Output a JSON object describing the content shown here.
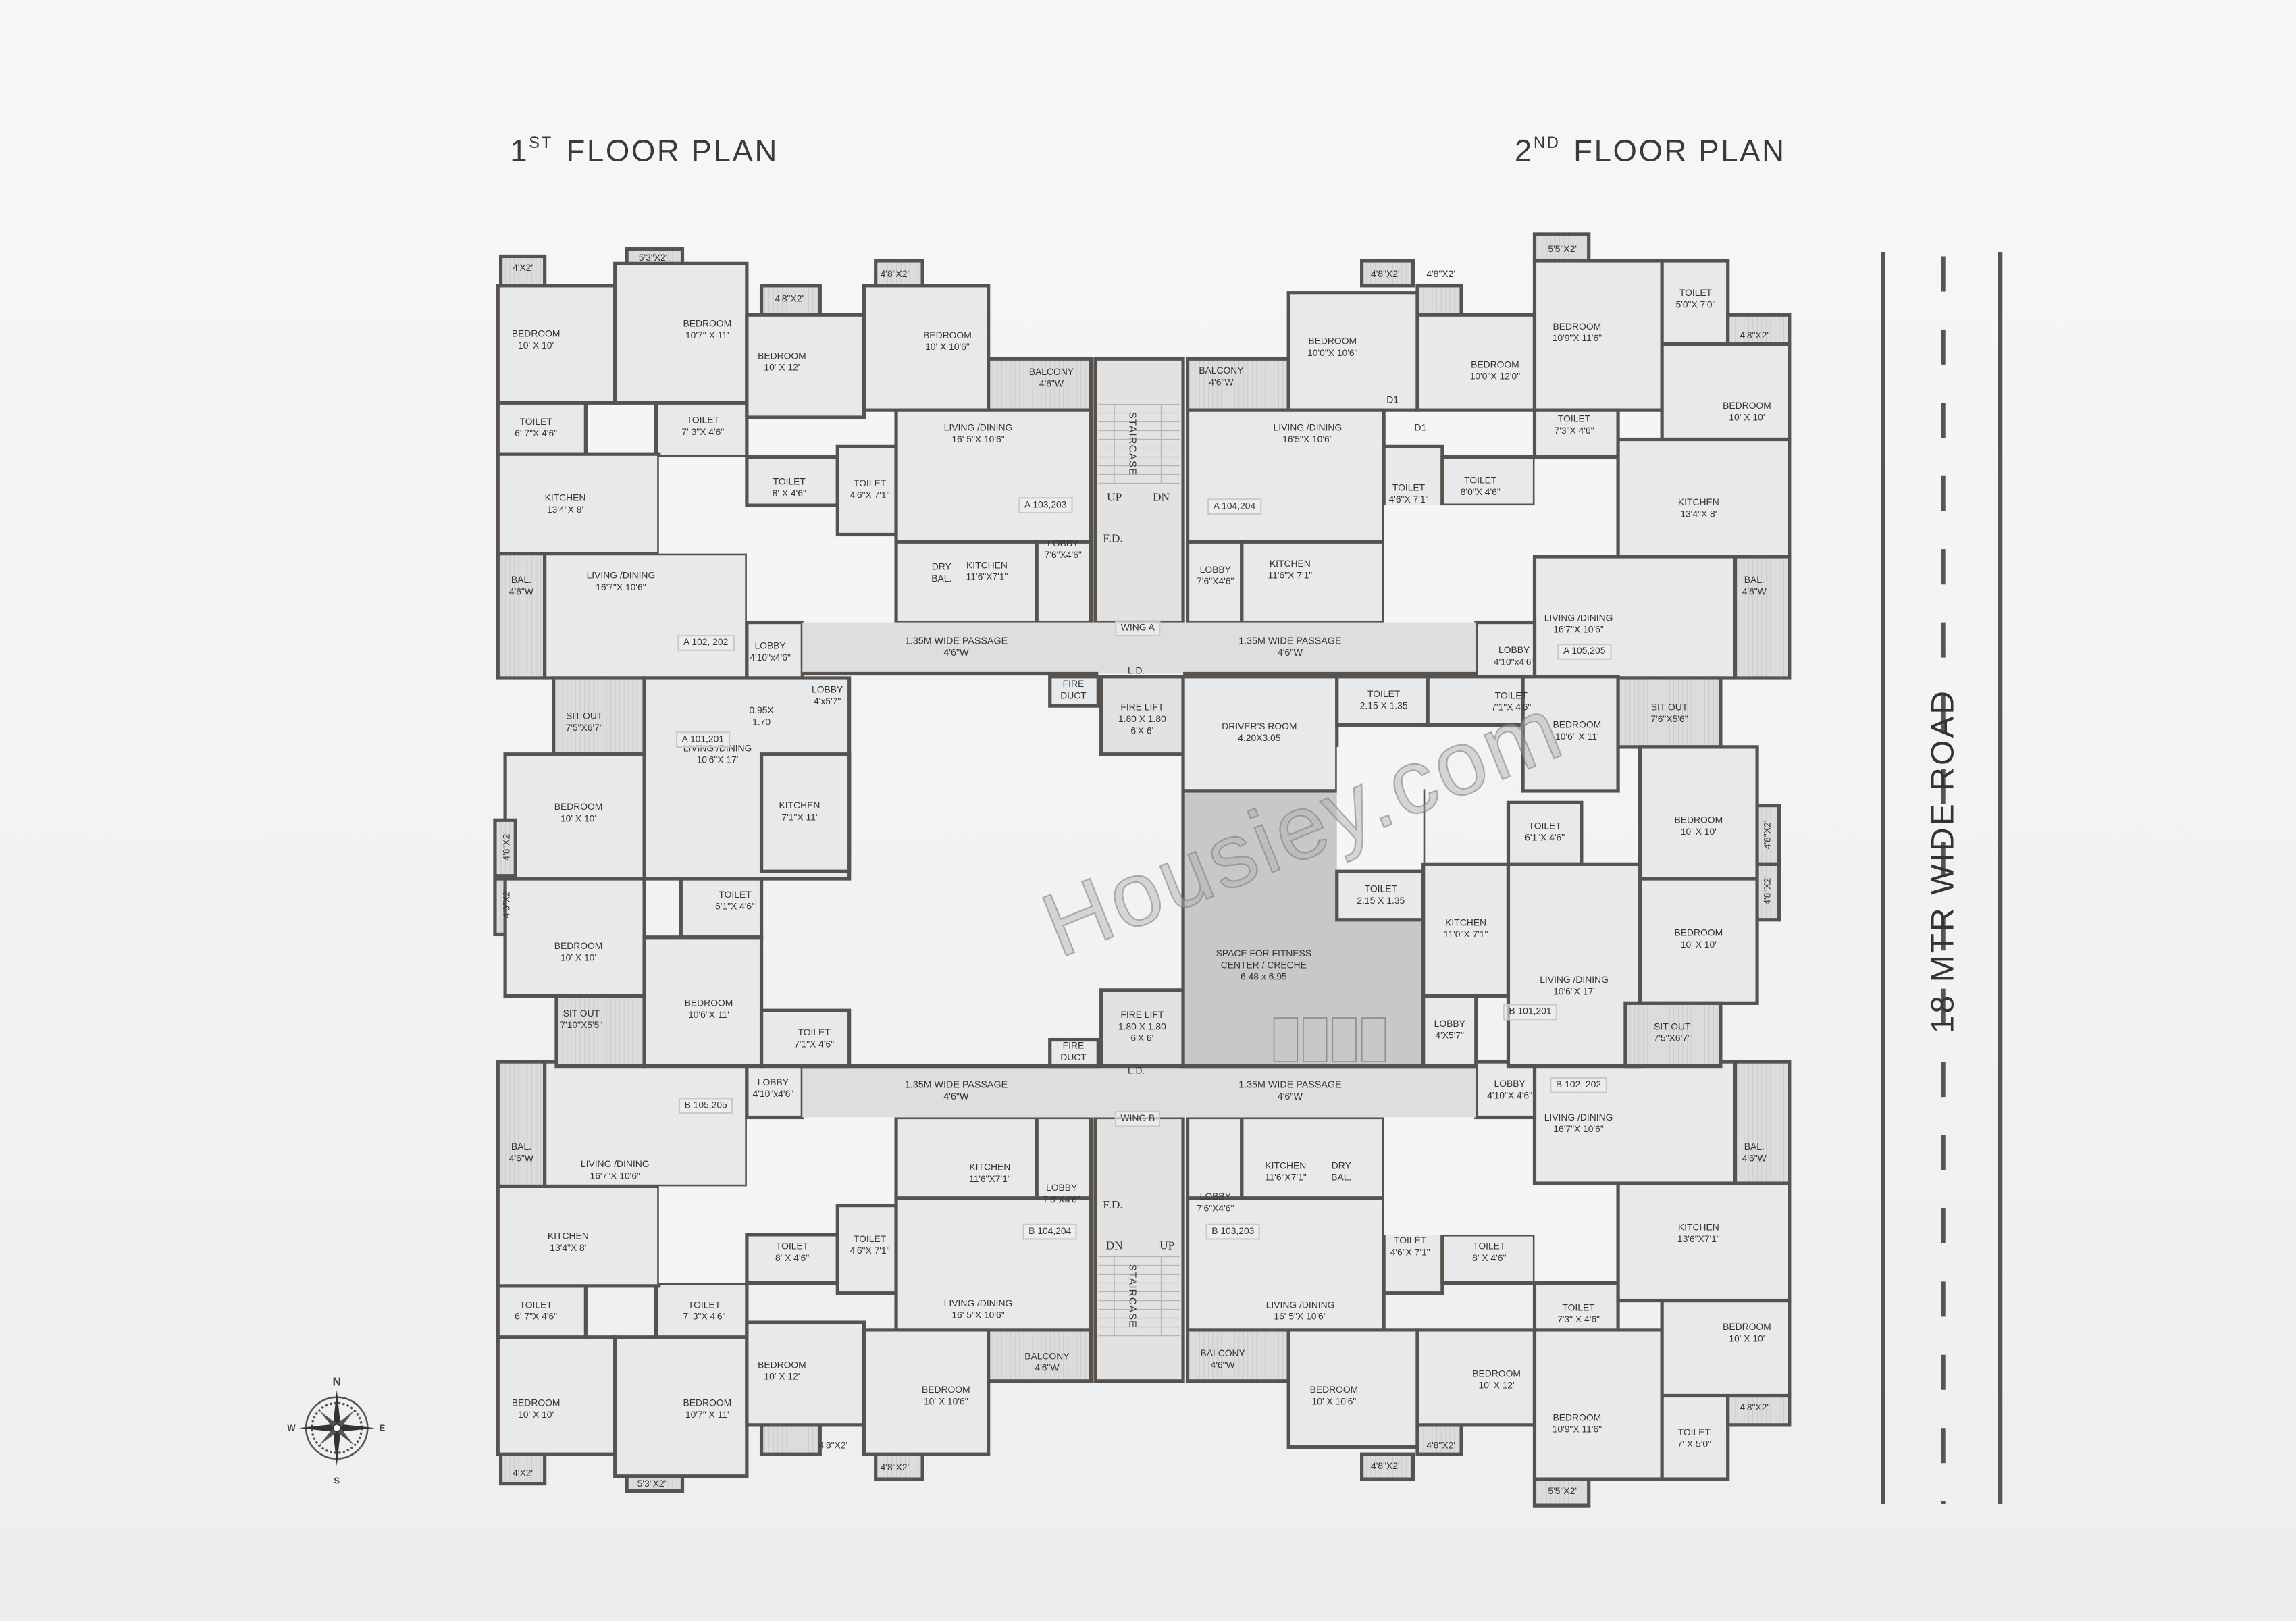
{
  "titles": {
    "first": {
      "num": "1",
      "sup": "ST",
      "text": "FLOOR PLAN"
    },
    "second": {
      "num": "2",
      "sup": "ND",
      "text": "FLOOR PLAN"
    }
  },
  "road_label": "18 MTR WIDE ROAD",
  "watermark": "Housiey.com",
  "compass": {
    "n": "N",
    "s": "S",
    "e": "E",
    "w": "W"
  },
  "colors": {
    "wall": "#57524e",
    "floor": "#e8e9eb",
    "fitness": "#c8c8c8",
    "passage": "#dedede",
    "road": "#555555"
  },
  "labels": [
    {
      "name": "BEDROOM",
      "size": "10' X 10'"
    },
    {
      "name": "BEDROOM",
      "size": "10'7\" X 11'"
    },
    {
      "name": "BEDROOM",
      "size": "10' X 12'"
    },
    {
      "name": "BEDROOM",
      "size": "10' X 10'6\""
    },
    {
      "name": "4'X2'"
    },
    {
      "name": "5'3\"X2'"
    },
    {
      "name": "4'8\"X2'"
    },
    {
      "name": "4'8\"X2'"
    },
    {
      "name": "BALCONY",
      "size": "4'6\"W"
    },
    {
      "name": "TOILET",
      "size": "6' 7\"X 4'6\""
    },
    {
      "name": "TOILET",
      "size": "7' 3\"X 4'6\""
    },
    {
      "name": "TOILET",
      "size": "8' X 4'6\""
    },
    {
      "name": "TOILET",
      "size": "4'6\"X 7'1\""
    },
    {
      "name": "LIVING /DINING",
      "size": "16' 5\"X 10'6\""
    },
    {
      "name": "KITCHEN",
      "size": "13'4\"X 8'"
    },
    {
      "name": "DRY",
      "size": "BAL."
    },
    {
      "name": "KITCHEN",
      "size": "11'6\"X7'1\""
    },
    {
      "name": "LOBBY",
      "size": "7'6\"X4'6\""
    },
    {
      "name": "BAL.",
      "size": "4'6\"W"
    },
    {
      "name": "LIVING /DINING",
      "size": "16'7\"X 10'6\""
    },
    {
      "name": "LOBBY",
      "size": "4'10\"x4'6\""
    },
    {
      "name": "BALCONY",
      "size": "4'6\"W"
    },
    {
      "name": "BEDROOM",
      "size": "10'0\"X 10'6\""
    },
    {
      "name": "4'8\"X2'"
    },
    {
      "name": "4'8\"X2'"
    },
    {
      "name": "BEDROOM",
      "size": "10'0\"X 12'0\""
    },
    {
      "name": "5'5\"X2'"
    },
    {
      "name": "BEDROOM",
      "size": "10'9\"X 11'6\""
    },
    {
      "name": "TOILET",
      "size": "5'0\"X 7'0\""
    },
    {
      "name": "4'8\"X2'"
    },
    {
      "name": "BEDROOM",
      "size": "10' X 10'"
    },
    {
      "name": "D1"
    },
    {
      "name": "D1"
    },
    {
      "name": "LIVING /DINING",
      "size": "16'5\"X 10'6\""
    },
    {
      "name": "TOILET",
      "size": "7'3\"X 4'6\""
    },
    {
      "name": "TOILET",
      "size": "4'6\"X 7'1\""
    },
    {
      "name": "TOILET",
      "size": "8'0\"X 4'6\""
    },
    {
      "name": "KITCHEN",
      "size": "13'4\"X 8'"
    },
    {
      "name": "LOBBY",
      "size": "7'6\"X4'6\""
    },
    {
      "name": "KITCHEN",
      "size": "11'6\"X 7'1\""
    },
    {
      "name": "BAL.",
      "size": "4'6\"W"
    },
    {
      "name": "LIVING /DINING",
      "size": "16'7\"X 10'6\""
    },
    {
      "name": "LOBBY",
      "size": "4'10\"x4'6\""
    },
    {
      "name": "LOBBY",
      "size": "4'x5'7\""
    },
    {
      "name": "0.95X",
      "size": "1.70"
    },
    {
      "name": "LIVING /DINING",
      "size": "10'6\"X 17'"
    },
    {
      "name": "SIT OUT",
      "size": "7'5\"X6'7\""
    },
    {
      "name": "BEDROOM",
      "size": "10' X 10'"
    },
    {
      "name": "KITCHEN",
      "size": "7'1\"X 11'"
    },
    {
      "name": "4'8\"X2'"
    },
    {
      "name": "4'8\"X2'"
    },
    {
      "name": "BEDROOM",
      "size": "10' X 10'"
    },
    {
      "name": "TOILET",
      "size": "6'1\"X 4'6\""
    },
    {
      "name": "SIT OUT",
      "size": "7'10\"X5'5\""
    },
    {
      "name": "BEDROOM",
      "size": "10'6\"X 11'"
    },
    {
      "name": "TOILET",
      "size": "7'1\"X 4'6\""
    },
    {
      "name": "FIRE",
      "size": "DUCT"
    },
    {
      "name": "FIRE LIFT",
      "size": "1.80 X 1.80",
      "extra": "6'X 6'"
    },
    {
      "name": "L.D."
    },
    {
      "name": "FIRE",
      "size": "DUCT"
    },
    {
      "name": "FIRE LIFT",
      "size": "1.80 X 1.80",
      "extra": "6'X 6'"
    },
    {
      "name": "L.D."
    },
    {
      "name": "DRIVER'S ROOM",
      "size": "4.20X3.05"
    },
    {
      "name": "TOILET",
      "size": "2.15 X 1.35"
    },
    {
      "name": "TOILET",
      "size": "2.15 X 1.35"
    },
    {
      "name": "SPACE FOR FITNESS",
      "size": "CENTER / CRECHE",
      "extra": "6.48 x 6.95"
    },
    {
      "name": "TOILET",
      "size": "7'1\"X 4'6\""
    },
    {
      "name": "BEDROOM",
      "size": "10'6\" X 11'"
    },
    {
      "name": "SIT OUT",
      "size": "7'6\"X5'6\""
    },
    {
      "name": "TOILET",
      "size": "6'1\"X 4'6\""
    },
    {
      "name": "BEDROOM",
      "size": "10' X 10'"
    },
    {
      "name": "KITCHEN",
      "size": "11'0\"X 7'1\""
    },
    {
      "name": "4'8\"X2'"
    },
    {
      "name": "4'8\"X2'"
    },
    {
      "name": "BEDROOM",
      "size": "10' X 10'"
    },
    {
      "name": "LIVING /DINING",
      "size": "10'6\"X 17'"
    },
    {
      "name": "LOBBY",
      "size": "4'X5'7\""
    },
    {
      "name": "SIT OUT",
      "size": "7'5\"X6'7\""
    },
    {
      "name": "LOBBY",
      "size": "4'10\"x4'6\""
    },
    {
      "name": "BAL.",
      "size": "4'6\"W"
    },
    {
      "name": "LIVING /DINING",
      "size": "16'7\"X 10'6\""
    },
    {
      "name": "KITCHEN",
      "size": "11'6\"X7'1\""
    },
    {
      "name": "LOBBY",
      "size": "7'6\"X4'6\""
    },
    {
      "name": "KITCHEN",
      "size": "13'4\"X 8'"
    },
    {
      "name": "TOILET",
      "size": "8' X 4'6\""
    },
    {
      "name": "TOILET",
      "size": "4'6\"X 7'1\""
    },
    {
      "name": "TOILET",
      "size": "6' 7\"X 4'6\""
    },
    {
      "name": "TOILET",
      "size": "7' 3\"X 4'6\""
    },
    {
      "name": "LIVING /DINING",
      "size": "16' 5\"X 10'6\""
    },
    {
      "name": "BALCONY",
      "size": "4'6\"W"
    },
    {
      "name": "BEDROOM",
      "size": "10' X 12'"
    },
    {
      "name": "BEDROOM",
      "size": "10' X 10'6\""
    },
    {
      "name": "BEDROOM",
      "size": "10' X 10'"
    },
    {
      "name": "BEDROOM",
      "size": "10'7\" X 11'"
    },
    {
      "name": "4'8\"X2'"
    },
    {
      "name": "4'8\"X2'"
    },
    {
      "name": "4'X2'"
    },
    {
      "name": "5'3\"X2'"
    },
    {
      "name": "LOBBY",
      "size": "4'10\"X 4'6\""
    },
    {
      "name": "BAL.",
      "size": "4'6\"W"
    },
    {
      "name": "LIVING /DINING",
      "size": "16'7\"X 10'6\""
    },
    {
      "name": "KITCHEN",
      "size": "11'6\"X7'1\""
    },
    {
      "name": "DRY",
      "size": "BAL."
    },
    {
      "name": "LOBBY",
      "size": "7'6\"X4'6\""
    },
    {
      "name": "KITCHEN",
      "size": "13'6\"X7'1\""
    },
    {
      "name": "TOILET",
      "size": "4'6\"X 7'1\""
    },
    {
      "name": "TOILET",
      "size": "8' X 4'6\""
    },
    {
      "name": "LIVING /DINING",
      "size": "16' 5\"X 10'6\""
    },
    {
      "name": "TOILET",
      "size": "7'3\" X 4'6\""
    },
    {
      "name": "BALCONY",
      "size": "4'6\"W"
    },
    {
      "name": "BEDROOM",
      "size": "10' X 12'"
    },
    {
      "name": "BEDROOM",
      "size": "10' X 10'6\""
    },
    {
      "name": "BEDROOM",
      "size": "10' X 10'"
    },
    {
      "name": "BEDROOM",
      "size": "10'9\"X 11'6\""
    },
    {
      "name": "4'8\"X2'"
    },
    {
      "name": "4'8\"X2'"
    },
    {
      "name": "4'8\"X2'"
    },
    {
      "name": "TOILET",
      "size": "7' X 5'0\""
    },
    {
      "name": "5'5\"X2'"
    },
    {
      "name": "1.35M WIDE PASSAGE",
      "size": "4'6\"W"
    },
    {
      "name": "1.35M WIDE PASSAGE",
      "size": "4'6\"W"
    },
    {
      "name": "1.35M WIDE PASSAGE",
      "size": "4'6\"W"
    },
    {
      "name": "1.35M WIDE PASSAGE",
      "size": "4'6\"W"
    },
    {
      "name": "STAIRCASE"
    },
    {
      "name": "UP"
    },
    {
      "name": "DN"
    },
    {
      "name": "F.D."
    },
    {
      "name": "STAIRCASE"
    },
    {
      "name": "DN"
    },
    {
      "name": "UP"
    },
    {
      "name": "F.D."
    }
  ],
  "unit_tags": [
    "A 103,203",
    "A 102, 202",
    "A 104,204",
    "A 105,205",
    "A 101,201",
    "B 101,201",
    "B 105,205",
    "B 104,204",
    "B 102, 202",
    "B 103,203",
    "WING A",
    "WING B"
  ]
}
